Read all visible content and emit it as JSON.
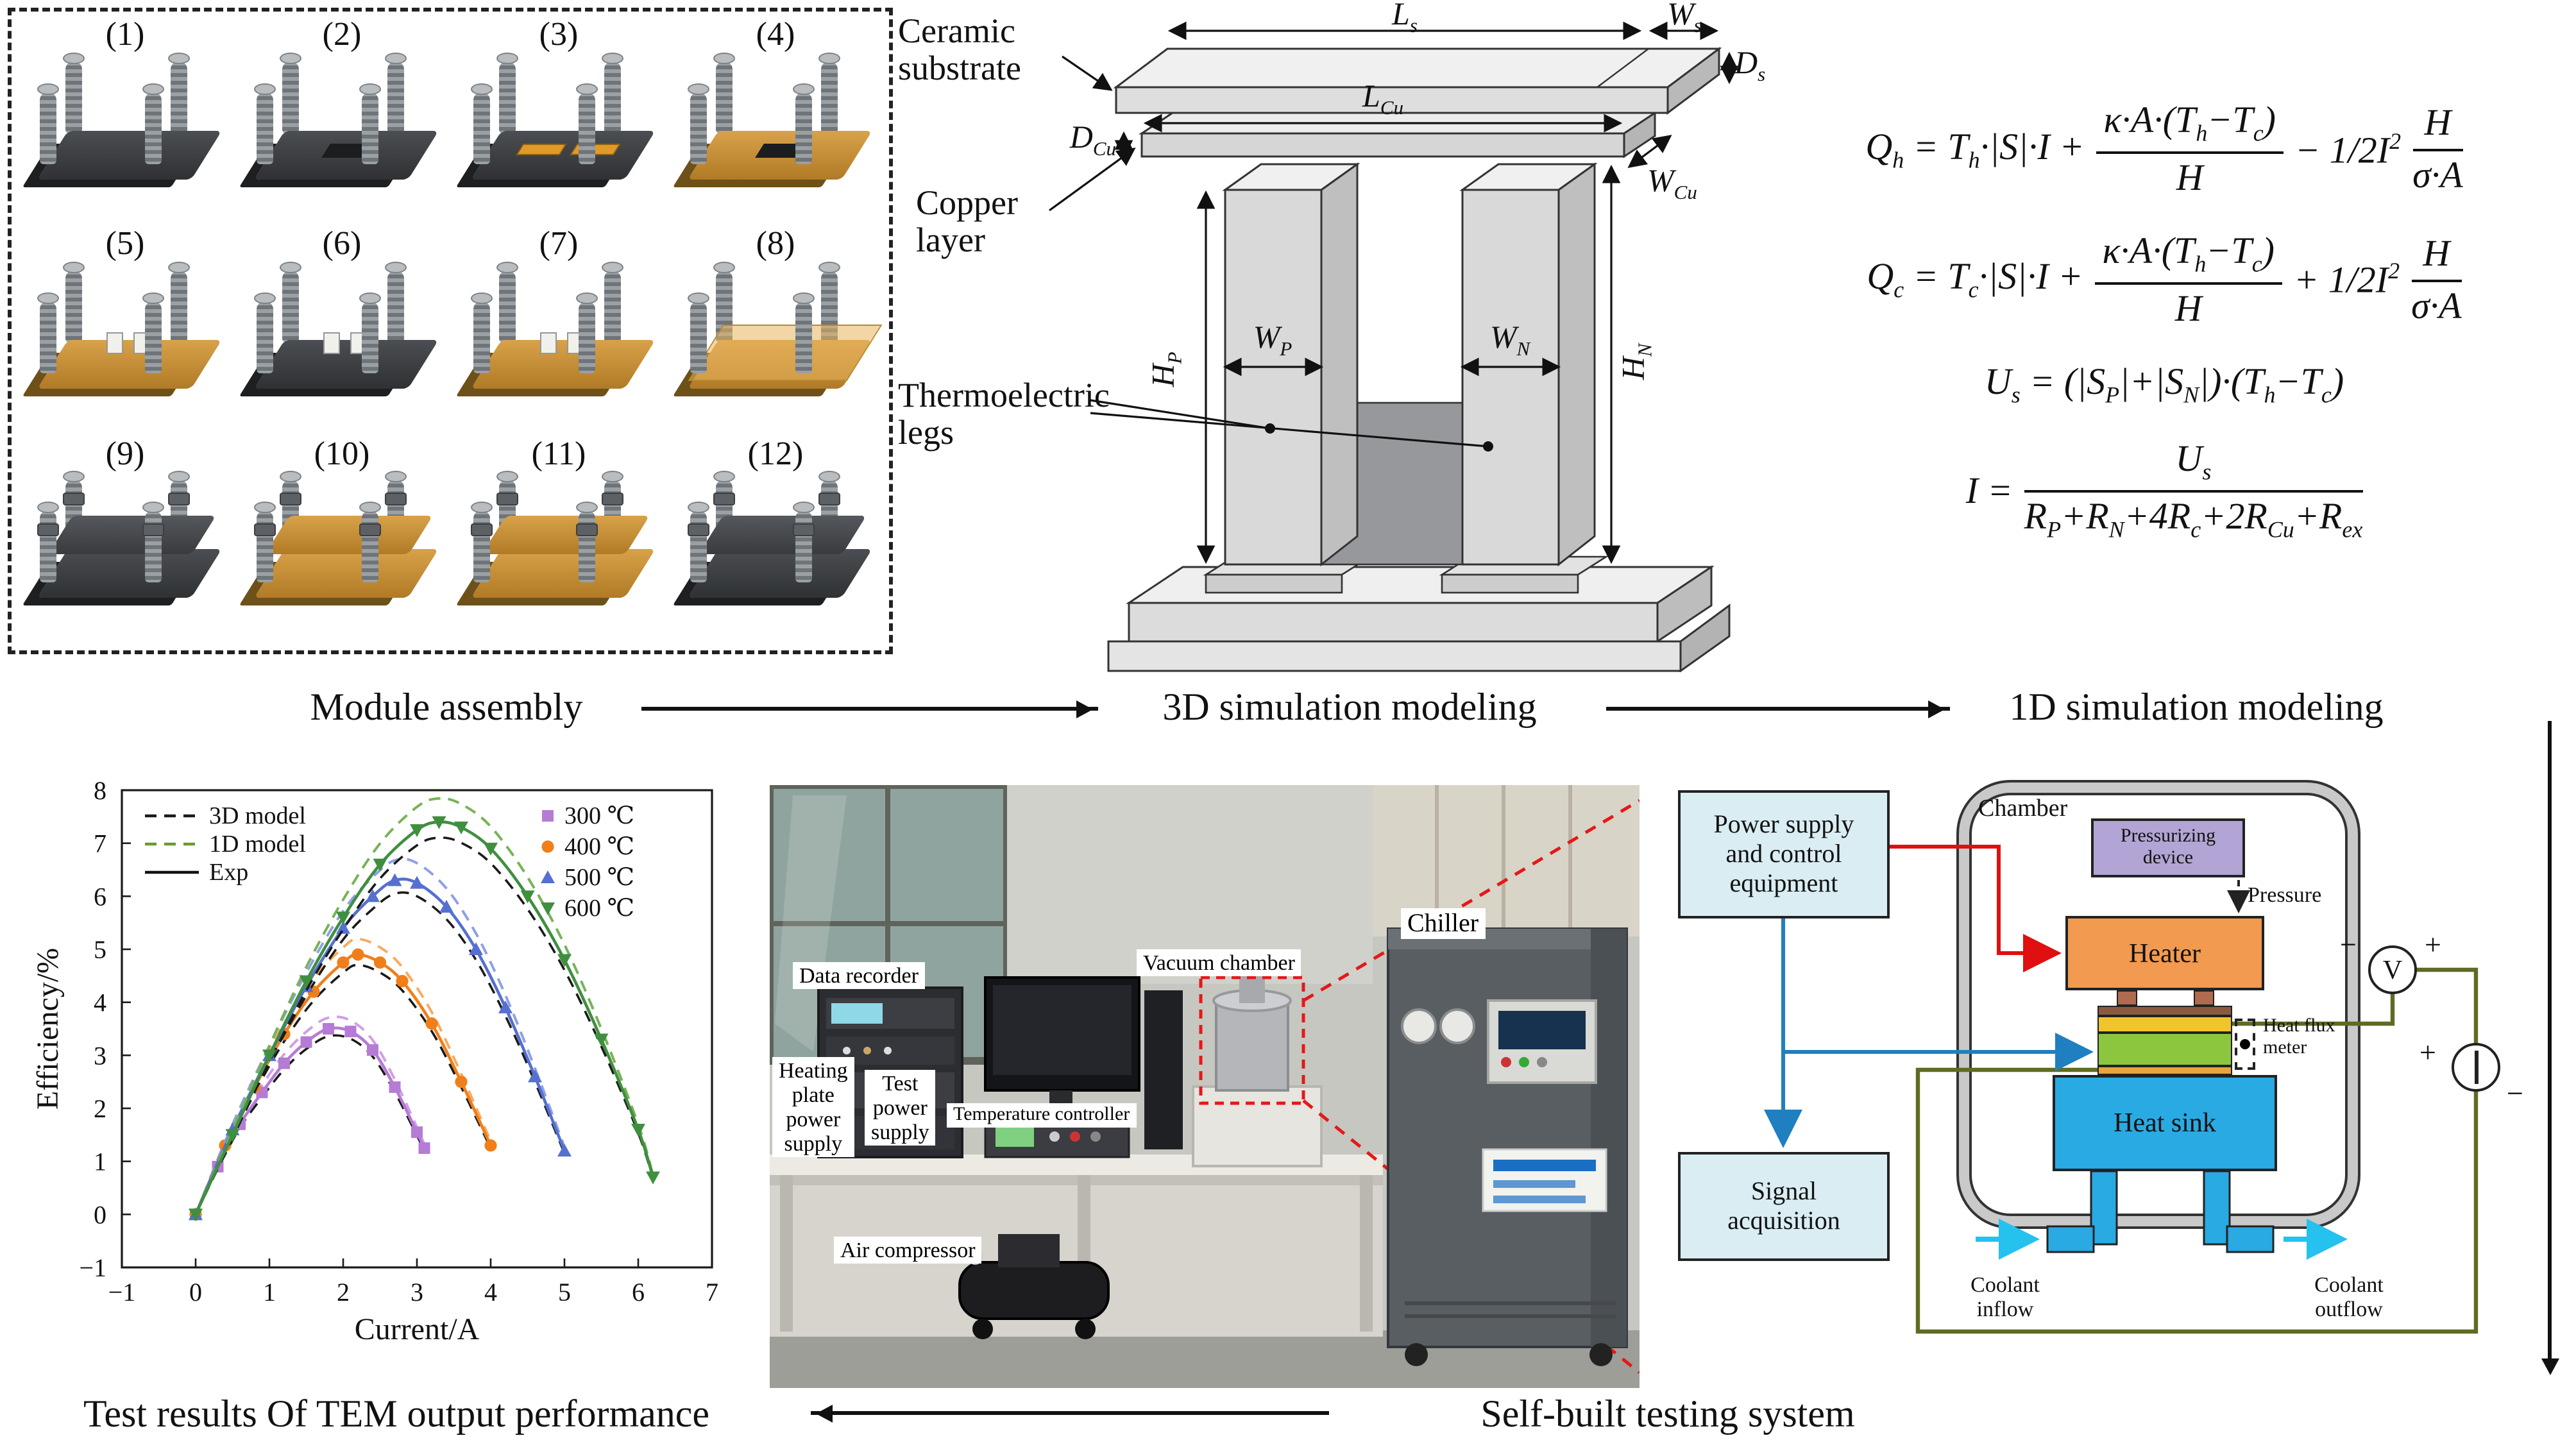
{
  "flow": {
    "module_assembly": "Module assembly",
    "sim3d": "3D simulation modeling",
    "sim1d": "1D simulation modeling",
    "test_results": "Test results Of TEM output performance",
    "self_built": "Self-built testing system"
  },
  "modules": {
    "items": [
      {
        "label": "(1)"
      },
      {
        "label": "(2)"
      },
      {
        "label": "(3)"
      },
      {
        "label": "(4)"
      },
      {
        "label": "(5)"
      },
      {
        "label": "(6)"
      },
      {
        "label": "(7)"
      },
      {
        "label": "(8)"
      },
      {
        "label": "(9)"
      },
      {
        "label": "(10)"
      },
      {
        "label": "(11)"
      },
      {
        "label": "(12)"
      }
    ]
  },
  "diagram3d": {
    "labels": {
      "ceramic": "Ceramic\nsubstrate",
      "copper": "Copper\nlayer",
      "legs": "Thermoelectric\nlegs"
    },
    "dims": {
      "ls": "L_{s}",
      "ws": "W_{s}",
      "ds": "D_{s}",
      "lcu": "L_{Cu}",
      "dcu": "D_{Cu}",
      "wcu": "W_{Cu}",
      "hp": "H_{P}",
      "wp": "W_{P}",
      "wn": "W_{N}",
      "hn": "H_{N}"
    }
  },
  "equations": {
    "qh": {
      "left": "Q_{h} = T_{h}·|S|·I +",
      "frac1_num": "κ·A·(T_{h}−T_{c})",
      "frac1_den": "H",
      "mid": "− 1/2I^{2}",
      "frac2_num": "H",
      "frac2_den": "σ·A"
    },
    "qc": {
      "left": "Q_{c} = T_{c}·|S|·I +",
      "frac1_num": "κ·A·(T_{h}−T_{c})",
      "frac1_den": "H",
      "mid": "+ 1/2I^{2}",
      "frac2_num": "H",
      "frac2_den": "σ·A"
    },
    "us": {
      "text": "U_{s} = (|S_{P}|+|S_{N}|)·(T_{h}−T_{c})"
    },
    "ieq": {
      "left": "I =",
      "num": "U_{s}",
      "den": "R_{P}+R_{N}+4R_{c}+2R_{Cu}+R_{ex}"
    }
  },
  "chart_data": {
    "type": "line",
    "xlabel": "Current/A",
    "ylabel": "Efficiency/%",
    "xlim": [
      -1,
      7
    ],
    "ylim": [
      -1,
      8
    ],
    "grid": false,
    "legend_models": [
      {
        "label": "3D model",
        "color": "#1a1a1a",
        "dash": true
      },
      {
        "label": "1D model",
        "color": "#6a9a30",
        "dash": true
      },
      {
        "label": "Exp",
        "color": "#111111",
        "dash": false
      }
    ],
    "model_3d_factor": 0.96,
    "model_1d_factor": 1.06,
    "series": [
      {
        "name": "300 ℃",
        "marker": "square",
        "color": "#b57bd5",
        "color_light": "#cf9fe8",
        "exp": [
          [
            0,
            0
          ],
          [
            0.3,
            0.9
          ],
          [
            0.6,
            1.7
          ],
          [
            0.9,
            2.3
          ],
          [
            1.2,
            2.85
          ],
          [
            1.5,
            3.25
          ],
          [
            1.8,
            3.5
          ],
          [
            2.1,
            3.45
          ],
          [
            2.4,
            3.1
          ],
          [
            2.7,
            2.4
          ],
          [
            3.0,
            1.55
          ],
          [
            3.1,
            1.25
          ]
        ]
      },
      {
        "name": "400 ℃",
        "marker": "circle",
        "color": "#f07f1a",
        "color_light": "#f8ab60",
        "exp": [
          [
            0,
            0
          ],
          [
            0.4,
            1.3
          ],
          [
            0.8,
            2.4
          ],
          [
            1.2,
            3.4
          ],
          [
            1.6,
            4.2
          ],
          [
            2.0,
            4.75
          ],
          [
            2.2,
            4.9
          ],
          [
            2.5,
            4.75
          ],
          [
            2.8,
            4.4
          ],
          [
            3.2,
            3.6
          ],
          [
            3.6,
            2.5
          ],
          [
            4.0,
            1.3
          ]
        ]
      },
      {
        "name": "500 ℃",
        "marker": "triangle-up",
        "color": "#5570cf",
        "color_light": "#8fa0e8",
        "exp": [
          [
            0,
            0
          ],
          [
            0.5,
            1.6
          ],
          [
            1.0,
            3.0
          ],
          [
            1.5,
            4.3
          ],
          [
            2.0,
            5.4
          ],
          [
            2.4,
            6.0
          ],
          [
            2.7,
            6.3
          ],
          [
            3.0,
            6.25
          ],
          [
            3.4,
            5.8
          ],
          [
            3.8,
            5.0
          ],
          [
            4.2,
            3.9
          ],
          [
            4.6,
            2.6
          ],
          [
            5.0,
            1.2
          ]
        ]
      },
      {
        "name": "600 ℃",
        "marker": "triangle-down",
        "color": "#3f8f3f",
        "color_light": "#77b357",
        "exp": [
          [
            0,
            0
          ],
          [
            0.5,
            1.5
          ],
          [
            1.0,
            3.0
          ],
          [
            1.5,
            4.4
          ],
          [
            2.0,
            5.6
          ],
          [
            2.5,
            6.6
          ],
          [
            3.0,
            7.25
          ],
          [
            3.3,
            7.4
          ],
          [
            3.6,
            7.3
          ],
          [
            4.0,
            6.9
          ],
          [
            4.5,
            6.0
          ],
          [
            5.0,
            4.8
          ],
          [
            5.5,
            3.3
          ],
          [
            6.0,
            1.6
          ],
          [
            6.2,
            0.7
          ]
        ]
      }
    ]
  },
  "photo": {
    "labels": {
      "data_recorder": "Data recorder",
      "vacuum_chamber": "Vacuum chamber",
      "chiller": "Chiller",
      "heating_plate": "Heating\nplate\npower\nsupply",
      "test_power": "Test\npower\nsupply",
      "temp_controller": "Temperature controller",
      "air_comp": "Air compressor"
    }
  },
  "schematic": {
    "labels": {
      "power": "Power supply\nand control\nequipment",
      "signal": "Signal\nacquisition",
      "chamber": "Chamber",
      "pressurizing": "Pressurizing\ndevice",
      "pressure": "Pressure",
      "heater": "Heater",
      "flux_meter": "Heat flux\nmeter",
      "heat_sink": "Heat sink",
      "coolant_in": "Coolant\ninflow",
      "coolant_out": "Coolant\noutflow",
      "v_minus": "−",
      "v_plus": "+",
      "v_label": "V",
      "s_plus": "+",
      "s_minus": "−"
    },
    "colors": {
      "box_fill": "#d9edf2",
      "heater": "#f19a50",
      "pressurizing": "#b2a4d4",
      "heat_sink": "#29aae2",
      "green_layer": "#8cc63e",
      "yellow_layer": "#f0c52c",
      "copper_strip": "#e8a33c",
      "red_line": "#e01010",
      "blue_line": "#1f7fc0",
      "circuit": "#5f6b22",
      "coolant": "#25c1ef"
    }
  }
}
